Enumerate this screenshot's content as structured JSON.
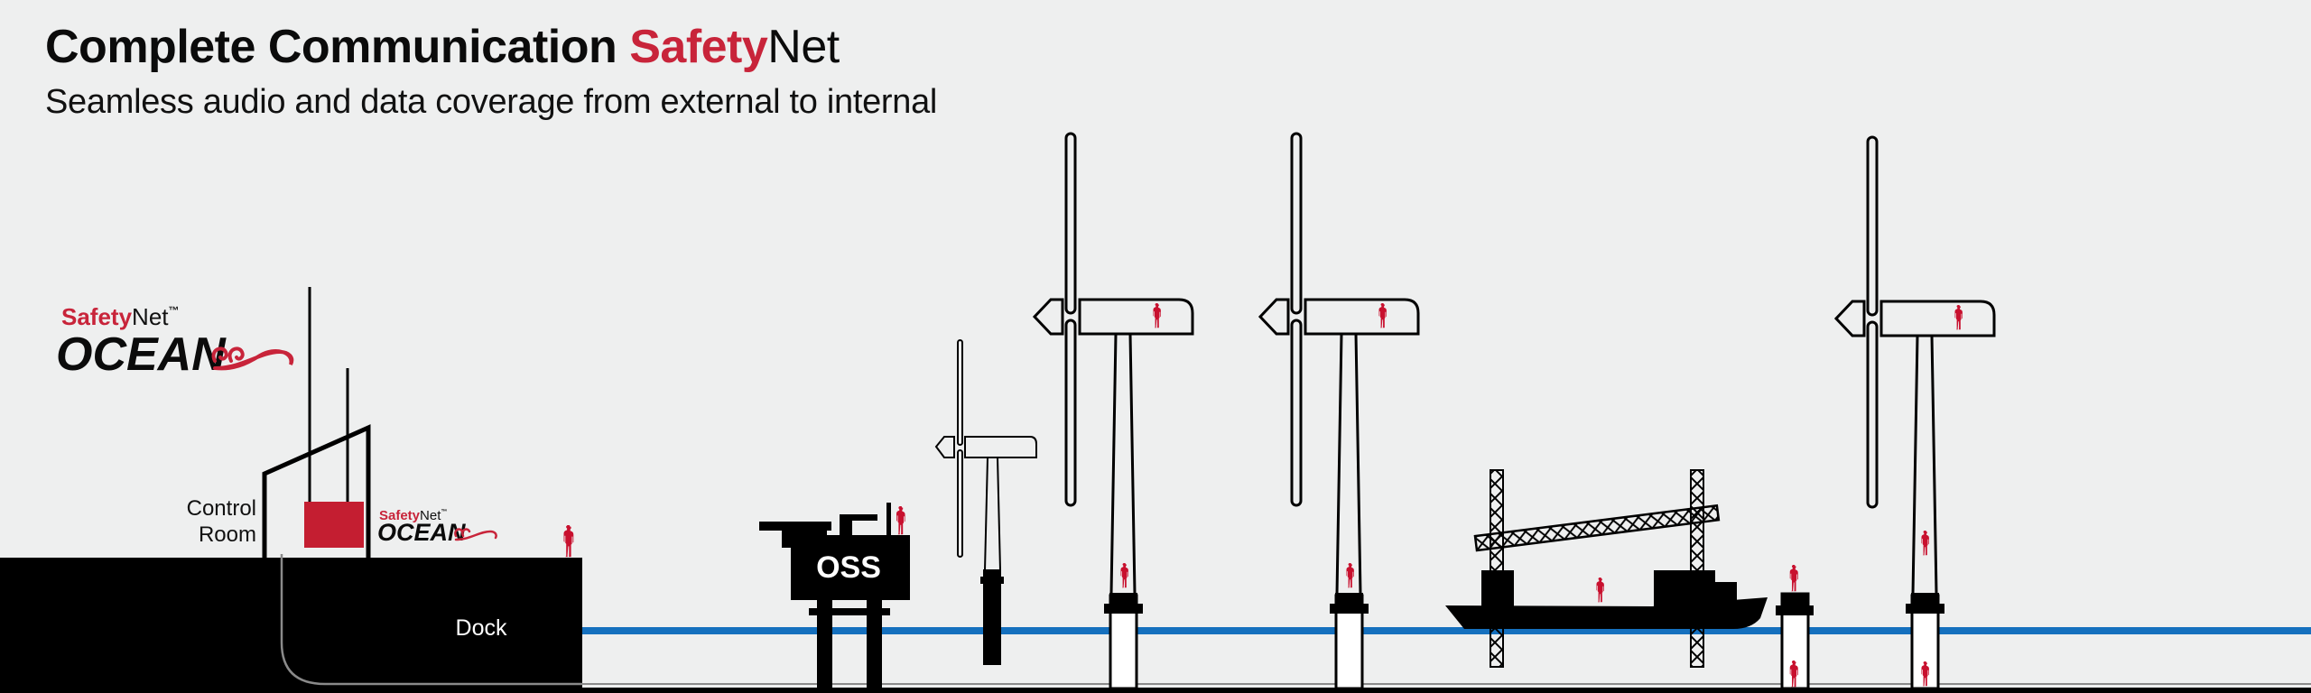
{
  "header": {
    "title_prefix": "Complete Communication ",
    "title_brand": "Safety",
    "title_brand_suffix": "Net",
    "subtitle": "Seamless audio and data coverage from external to internal"
  },
  "logo": {
    "brand_red": "Safety",
    "brand_black": "Net",
    "trademark": "™",
    "product": "OCEAN"
  },
  "labels": {
    "control_room_line1": "Control",
    "control_room_line2": "Room",
    "dock": "Dock",
    "oss": "OSS"
  },
  "colors": {
    "background": "#eeefef",
    "brand_red": "#c8243a",
    "person_red": "#c8102e",
    "water_blue": "#1570be",
    "structure_black": "#000000",
    "cable_gray": "#8a8a8a"
  },
  "scene": {
    "structures": [
      "control-room",
      "dock",
      "offshore-substation",
      "small-wind-turbine",
      "wind-turbine-1",
      "wind-turbine-2",
      "jack-up-vessel",
      "monopile-foundation",
      "wind-turbine-3"
    ]
  }
}
